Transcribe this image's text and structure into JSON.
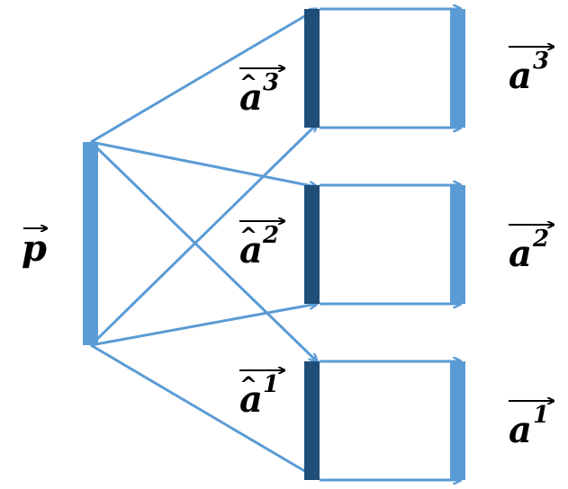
{
  "labels": {
    "p": "p",
    "in_vectors": [
      "a",
      "a",
      "a"
    ],
    "out_vectors": [
      "a",
      "a",
      "a"
    ],
    "superscripts": [
      "3",
      "2",
      "1"
    ]
  },
  "colors": {
    "line": "#5b9bd5",
    "bar_light": "#5b9bd5",
    "bar_dark": "#1f4e79",
    "text": "#000000"
  }
}
